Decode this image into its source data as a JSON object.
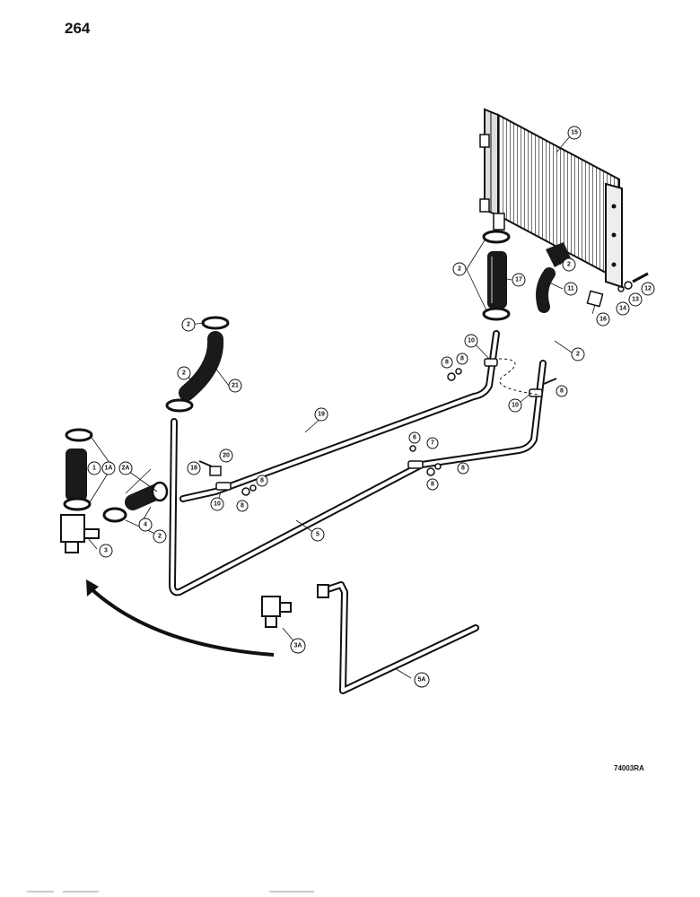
{
  "page_number": "264",
  "figure_code": "74003RA",
  "callouts": [
    "1",
    "1A",
    "2",
    "2A",
    "3",
    "3A",
    "4",
    "5",
    "5A",
    "6",
    "7",
    "8",
    "10",
    "11",
    "12",
    "13",
    "14",
    "15",
    "16",
    "17",
    "18",
    "19",
    "20",
    "21"
  ],
  "colors": {
    "ink": "#111111",
    "paper": "#ffffff"
  }
}
